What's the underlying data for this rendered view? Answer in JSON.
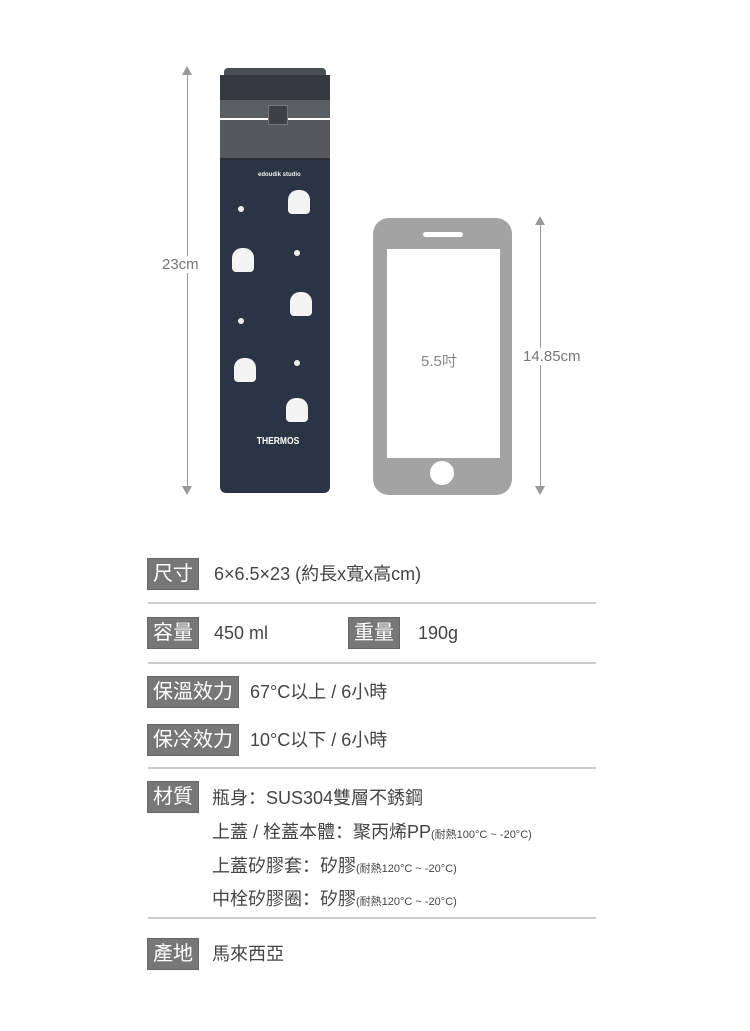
{
  "dimensions": {
    "bottle_height": "23cm",
    "phone_size": "5.5吋",
    "phone_height": "14.85cm"
  },
  "bottle": {
    "brand_print": "edoudik studio",
    "logo": "THERMOS"
  },
  "specs": {
    "size": {
      "label": "尺寸",
      "value": "6×6.5×23 (約長x寬x高cm)"
    },
    "capacity": {
      "label": "容量",
      "value": "450 ml"
    },
    "weight": {
      "label": "重量",
      "value": "190g"
    },
    "heat_retention": {
      "label": "保溫效力",
      "value": "67°C以上 / 6小時"
    },
    "cold_retention": {
      "label": "保冷效力",
      "value": "10°C以下 / 6小時"
    },
    "material": {
      "label": "材質",
      "lines": [
        {
          "main": "瓶身：SUS304雙層不銹鋼",
          "note": ""
        },
        {
          "main": "上蓋 / 栓蓋本體：聚丙烯PP",
          "note": "(耐熱100°C ~ -20°C)"
        },
        {
          "main": "上蓋矽膠套：矽膠",
          "note": "(耐熱120°C ~ -20°C)"
        },
        {
          "main": "中栓矽膠圈：矽膠",
          "note": "(耐熱120°C ~ -20°C)"
        }
      ]
    },
    "origin": {
      "label": "產地",
      "value": "馬來西亞"
    }
  }
}
